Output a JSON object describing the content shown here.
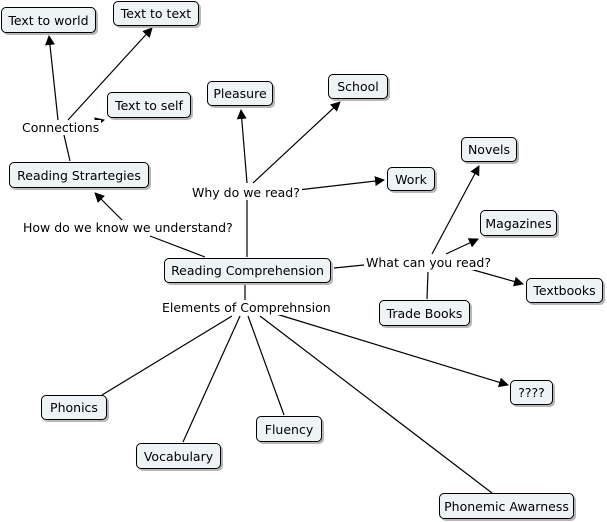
{
  "concept_map": {
    "nodes": {
      "reading_comprehension": "Reading Comprehension",
      "pleasure": "Pleasure",
      "school": "School",
      "work": "Work",
      "reading_strategies": "Reading Strartegies",
      "text_to_world": "Text to world",
      "text_to_text": "Text to text",
      "text_to_self": "Text to self",
      "novels": "Novels",
      "magazines": "Magazines",
      "textbooks": "Textbooks",
      "trade_books": "Trade Books",
      "phonics": "Phonics",
      "vocabulary": "Vocabulary",
      "fluency": "Fluency",
      "phonemic_awareness": "Phonemic Awarness",
      "unknown": "????"
    },
    "link_labels": {
      "why_do_we_read": "Why do we read?",
      "how_do_we_know": "How do we know we understand?",
      "connections": "Connections",
      "what_can_you_read": "What can you read?",
      "elements": "Elements of Comprehnsion"
    },
    "colors": {
      "node_fill": "#eef3f6",
      "node_border": "#000000",
      "line": "#000000"
    }
  }
}
